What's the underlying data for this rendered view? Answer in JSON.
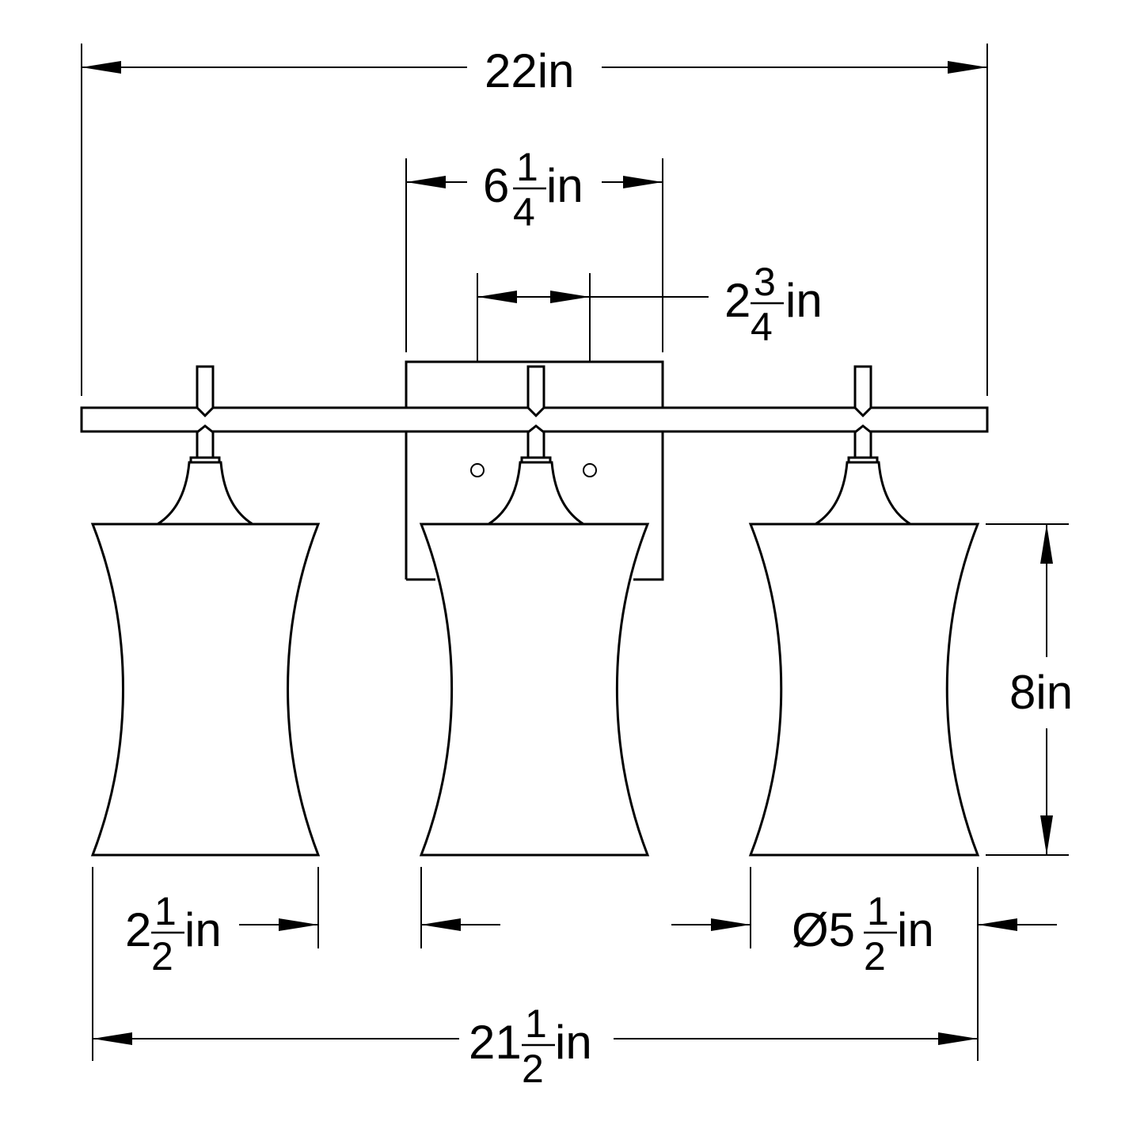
{
  "dimensions": {
    "overall_width": {
      "whole": "22",
      "unit": "in"
    },
    "backplate_width": {
      "whole": "6",
      "num": "1",
      "den": "4",
      "unit": "in"
    },
    "mounting_hole_spacing": {
      "whole": "2",
      "num": "3",
      "den": "4",
      "unit": "in"
    },
    "shade_height": {
      "whole": "8",
      "unit": "in"
    },
    "shade_top_width": {
      "whole": "2",
      "num": "1",
      "den": "2",
      "unit": "in"
    },
    "shade_diameter": {
      "prefix": "Ø",
      "whole": "5",
      "num": "1",
      "den": "2",
      "unit": "in"
    },
    "overall_shade_span": {
      "whole": "21",
      "num": "1",
      "den": "2",
      "unit": "in"
    }
  }
}
